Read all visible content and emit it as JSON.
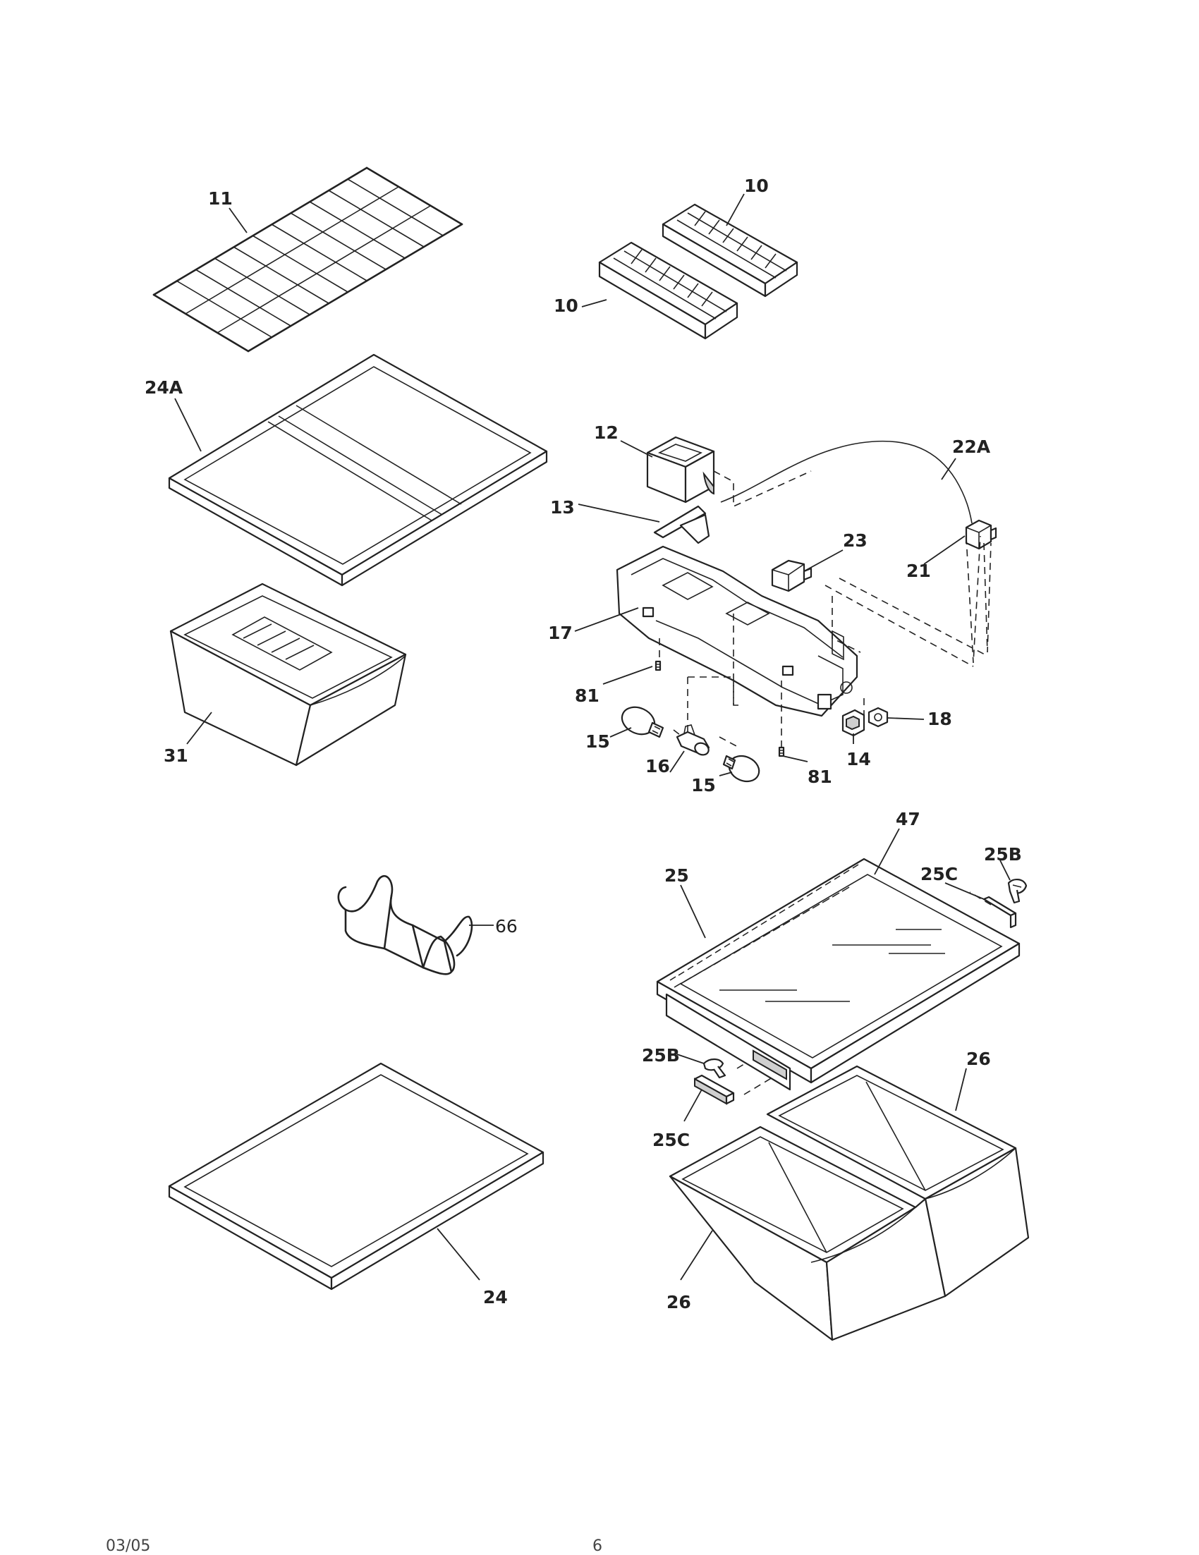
{
  "labels": {
    "l11": "11",
    "l10a": "10",
    "l10b": "10",
    "l24A": "24A",
    "l12": "12",
    "l22A": "22A",
    "l13": "13",
    "l23": "23",
    "l21": "21",
    "l17": "17",
    "l81a": "81",
    "l18": "18",
    "l15a": "15",
    "l16": "16",
    "l14": "14",
    "l15b": "15",
    "l81b": "81",
    "l31": "31",
    "l47": "47",
    "l25": "25",
    "l25Ca": "25C",
    "l25Ba": "25B",
    "l66": "66",
    "l25Bb": "25B",
    "l26a": "26",
    "l25Cb": "25C",
    "l24": "24",
    "l26b": "26"
  },
  "footer": {
    "date": "03/05",
    "page": "6"
  }
}
